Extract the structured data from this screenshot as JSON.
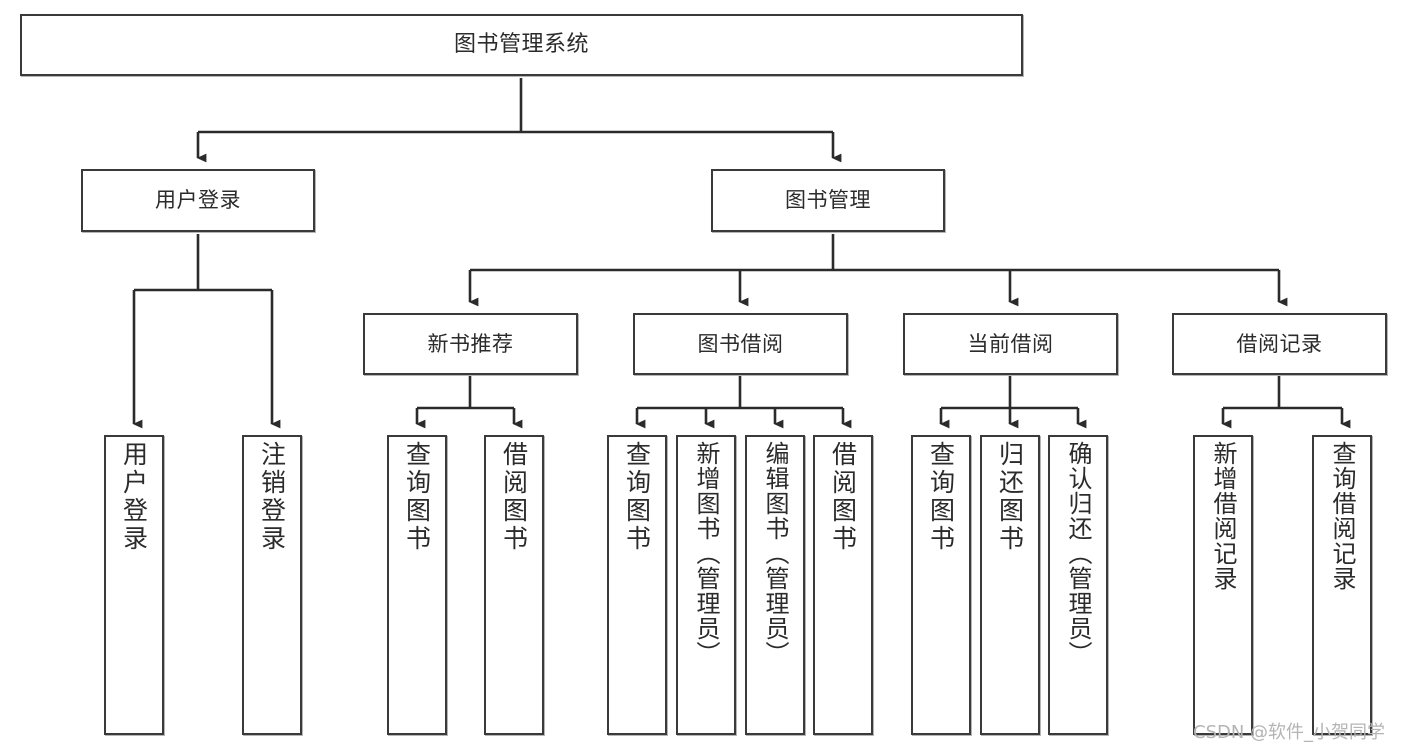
{
  "diagram": {
    "title": "图书管理系统",
    "type": "tree-hierarchy",
    "root": {
      "label": "图书管理系统"
    },
    "level2": [
      {
        "label": "用户登录"
      },
      {
        "label": "图书管理"
      }
    ],
    "level3": [
      {
        "label": "新书推荐"
      },
      {
        "label": "图书借阅"
      },
      {
        "label": "当前借阅"
      },
      {
        "label": "借阅记录"
      }
    ],
    "leaves": {
      "user_login": [
        {
          "label": "用户登录"
        },
        {
          "label": "注销登录"
        }
      ],
      "new_book_recommend": [
        {
          "label": "查询图书"
        },
        {
          "label": "借阅图书"
        }
      ],
      "book_borrow": [
        {
          "label": "查询图书"
        },
        {
          "label": "新增图书（管理员）"
        },
        {
          "label": "编辑图书（管理员）"
        },
        {
          "label": "借阅图书"
        }
      ],
      "current_borrow": [
        {
          "label": "查询图书"
        },
        {
          "label": "归还图书"
        },
        {
          "label": "确认归还（管理员）"
        }
      ],
      "borrow_record": [
        {
          "label": "新增借阅记录"
        },
        {
          "label": "查询借阅记录"
        }
      ]
    }
  },
  "watermark": {
    "text": "CSDN @软件_小贺同学"
  },
  "colors": {
    "border": "#3a3a3a",
    "text": "#2b2b2b",
    "background": "#ffffff",
    "edge": "#2b2b2b",
    "watermark": "#b4b4b4"
  }
}
